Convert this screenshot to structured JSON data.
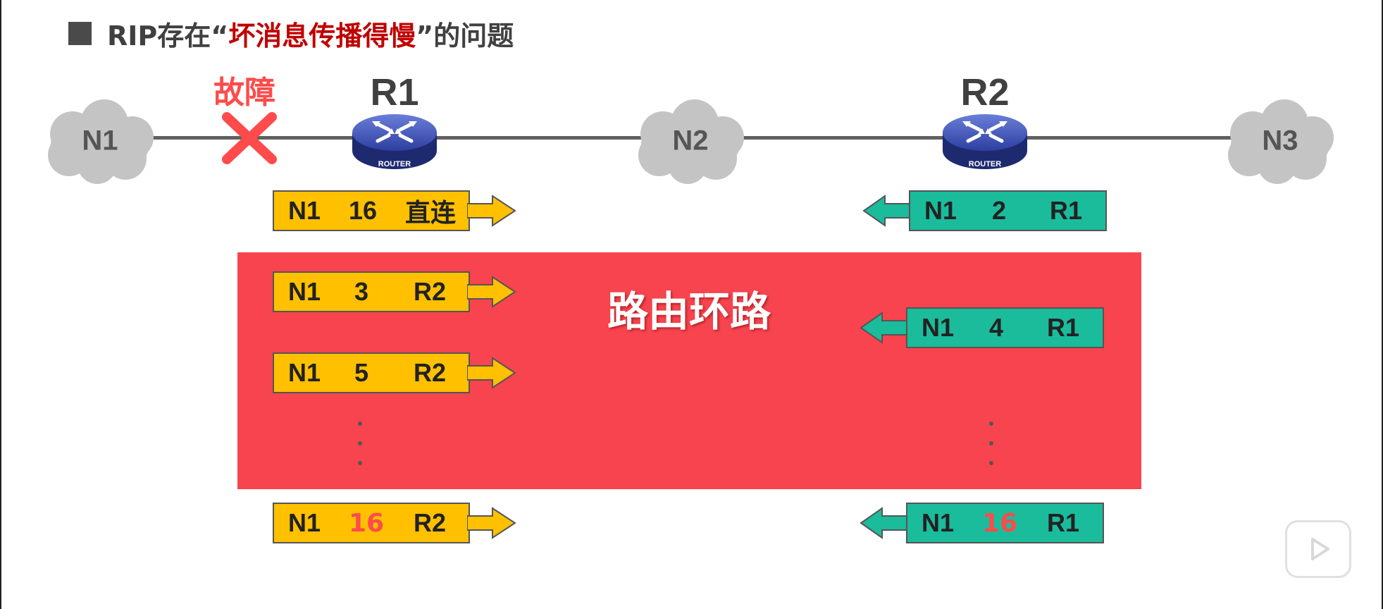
{
  "title": {
    "prefix": "RIP存在“",
    "highlight": "坏消息传播得慢",
    "suffix": "”的问题"
  },
  "networks": [
    {
      "id": "n1",
      "label": "N1"
    },
    {
      "id": "n2",
      "label": "N2"
    },
    {
      "id": "n3",
      "label": "N3"
    }
  ],
  "routers": [
    {
      "id": "r1",
      "name": "R1",
      "sub": "ROUTER"
    },
    {
      "id": "r2",
      "name": "R2",
      "sub": "ROUTER"
    }
  ],
  "fault_label": "故障",
  "loop_label": "路由环路",
  "r1_updates": [
    {
      "net": "N1",
      "dist": "16",
      "next": "直连"
    },
    {
      "net": "N1",
      "dist": "3",
      "next": "R2"
    },
    {
      "net": "N1",
      "dist": "5",
      "next": "R2"
    },
    {
      "net": "N1",
      "dist": "16",
      "next": "R2"
    }
  ],
  "r2_updates": [
    {
      "net": "N1",
      "dist": "2",
      "next": "R1"
    },
    {
      "net": "N1",
      "dist": "4",
      "next": "R1"
    },
    {
      "net": "N1",
      "dist": "16",
      "next": "R1"
    }
  ],
  "colors": {
    "r1_entry": "#ffc000",
    "r2_entry": "#1abc9c",
    "loop_area": "#f7444e",
    "fault": "#ff4b4b",
    "title_highlight": "#c00000"
  },
  "icons": [
    "play-icon",
    "router-icon",
    "cloud-icon",
    "cross-icon"
  ]
}
